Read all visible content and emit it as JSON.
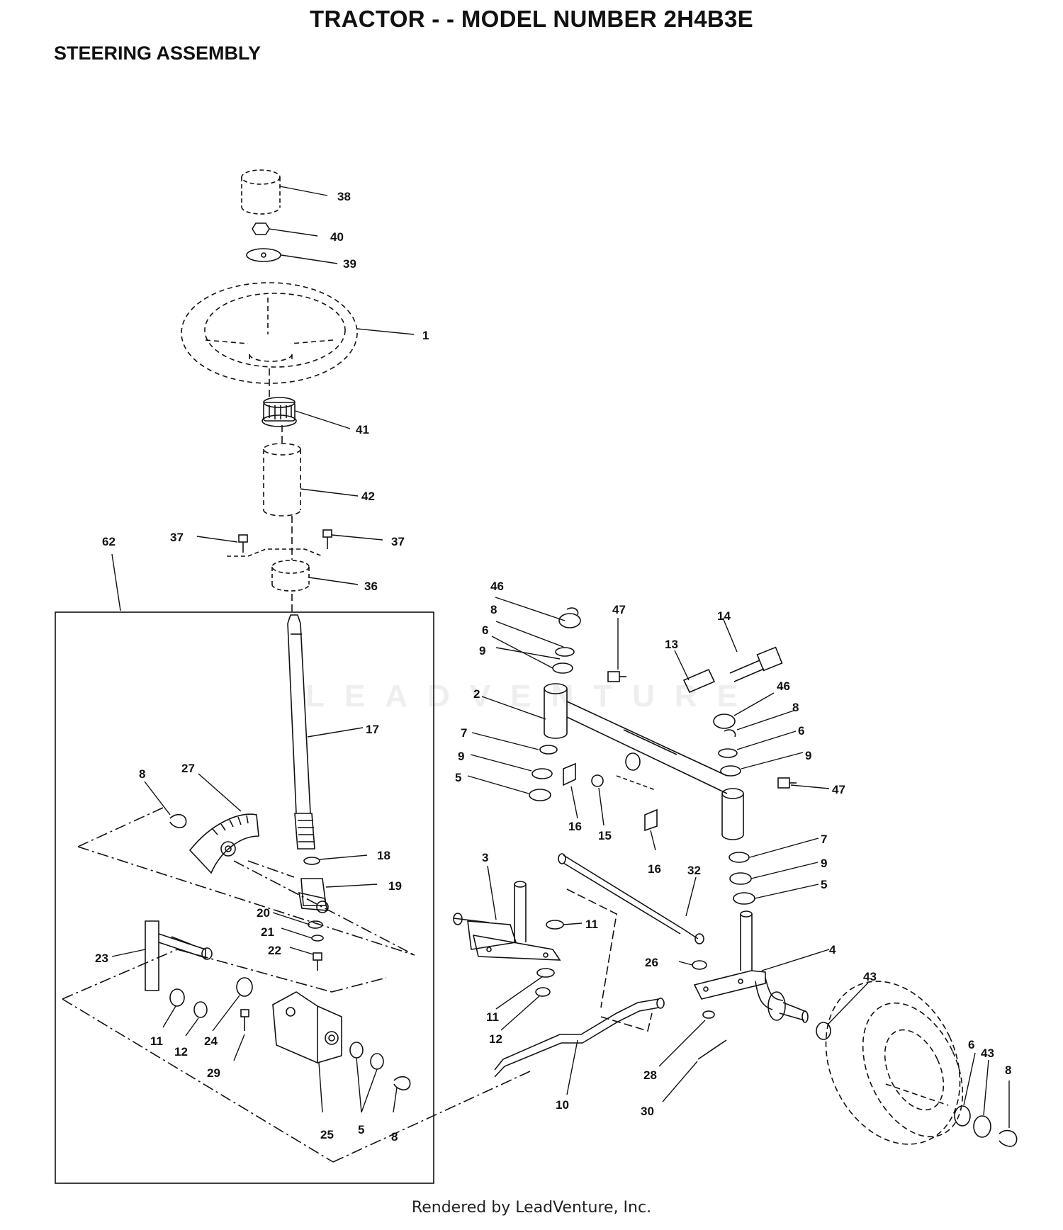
{
  "title": "TRACTOR - - MODEL NUMBER 2H4B3E",
  "subtitle": "STEERING ASSEMBLY",
  "footer": "Rendered by LeadVenture, Inc.",
  "watermark": "LEADVENTURE",
  "colors": {
    "line": "#111111",
    "watermark": "#eeeeee",
    "background": "#ffffff"
  },
  "callouts": {
    "c1": "1",
    "c2": "2",
    "c3": "3",
    "c4": "4",
    "c5a": "5",
    "c5b": "5",
    "c5c": "5",
    "c6a": "6",
    "c6b": "6",
    "c6c": "6",
    "c7a": "7",
    "c7b": "7",
    "c8a": "8",
    "c8b": "8",
    "c8c": "8",
    "c8d": "8",
    "c8e": "8",
    "c9a": "9",
    "c9b": "9",
    "c9c": "9",
    "c9d": "9",
    "c10": "10",
    "c11a": "11",
    "c11b": "11",
    "c11c": "11",
    "c12a": "12",
    "c12b": "12",
    "c13": "13",
    "c14": "14",
    "c15": "15",
    "c16a": "16",
    "c16b": "16",
    "c17": "17",
    "c18": "18",
    "c19": "19",
    "c20": "20",
    "c21": "21",
    "c22": "22",
    "c23": "23",
    "c24": "24",
    "c25": "25",
    "c26": "26",
    "c27": "27",
    "c28": "28",
    "c29": "29",
    "c30": "30",
    "c32": "32",
    "c36": "36",
    "c37a": "37",
    "c37b": "37",
    "c38": "38",
    "c39": "39",
    "c40": "40",
    "c41": "41",
    "c42": "42",
    "c43a": "43",
    "c43b": "43",
    "c46a": "46",
    "c46b": "46",
    "c47a": "47",
    "c47b": "47",
    "c62": "62"
  }
}
